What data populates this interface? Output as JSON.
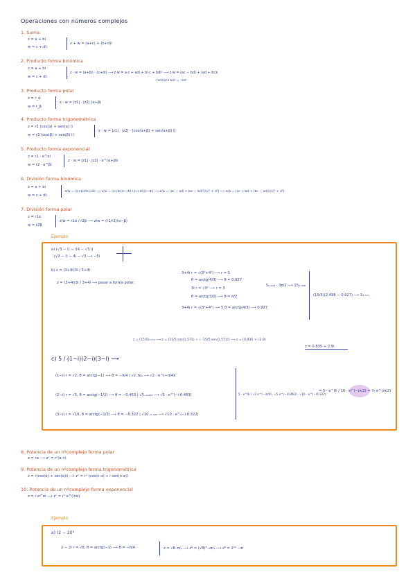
{
  "title": "Operaciones con números complejos",
  "sections": {
    "s1": {
      "heading": "1. Suma:",
      "l1": "z = a + bi",
      "l2": "w = c + di",
      "r": "z + w = (a+c) + (b+d)i"
    },
    "s2": {
      "heading": "2. Producto forma binómica",
      "l1": "z = a + bi",
      "l2": "w = c + di",
      "r": "z · w = (a+bi) · (c+di) ⟶ z·w = a·c + adi + bi·c + bdi² ⟶ z·w = (ac − bd) + (ad + bc)i",
      "r2": "(ad+bc)i      bdi² = −bd"
    },
    "s3": {
      "heading": "3. Producto forma polar",
      "l1": "z = r_α",
      "l2": "w = r_β",
      "r": "z · w = |z1| · |z2|  (α+β)"
    },
    "s4": {
      "heading": "4. Producto forma trigonométrica",
      "l1": "z = r1 (cos(α) + sen(α) i)",
      "l2": "w = r2 (cos(β) + sen(β) i)",
      "r": "z · w = |z1| · |z2| · [cos(α+β) + sen(α+β) i]"
    },
    "s5": {
      "heading": "5. Producto forma exponencial",
      "l1": "z = r1 · e^αi",
      "l2": "w = r2 · e^βi",
      "r": "z · w = |z1| · |z2| · e^(α+β)i"
    },
    "s6": {
      "heading": "6. División forma binómica",
      "l1": "z = a + bi",
      "l2": "w = c + di",
      "r": "z/w = (a+bi)/(c+di) ⟶ z/w = (a+bi)(c−di) / (c+di)(c−di) ⟶ z/w = (ac − adi + bci − bdi²)/(c² + d²) ⟶ z/w = (ac + bd + (bc − ad)i)/(c² + d²)"
    },
    "s7": {
      "heading": "7. División forma polar",
      "l1": "z = r1α",
      "l2": "w = r2β",
      "r": "z/w = r1α / r2β ⟶ z/w = (r1/r2)(α−β)"
    },
    "s8": {
      "heading": "8. Potencia de un nºcomplejo forma polar",
      "l1": "z = rα ⟶ zⁿ = rⁿ(α·n)"
    },
    "s9": {
      "heading": "9. Potencia de un nºcomplejo forma trigonométrica",
      "l1": "z = r(cos(α) + sen(α)i) ⟶ zⁿ = rⁿ (cos(n·α) + i sen(n·α))"
    },
    "s10": {
      "heading": "10. Potencia de un nºcomplejo forma exponencial",
      "l1": "z = r·e^αi ⟶ zⁿ = rⁿ·e^(inα)"
    }
  },
  "example1": {
    "label": "Ejemplo",
    "a": "a) (√3 − i) − i(4 − √3 i)",
    "a2": "(√3 − i) − 4i − √3 ⟶ −5i",
    "b": "b) z = (3+4i)3i / 3+4i",
    "b2": "z = (3+4i)3i / 3+4i ⟶ pasar a forma polar:",
    "b3": "3+4i  r = √(3²+4²) ⟶ r = 5",
    "b4": "θ = arctg(4/3) ⟶ θ = 0.927",
    "b5": "3i  r = √3² ⟶ r = 3",
    "b6": "θ = arctg(3/0) ⟶ θ = π/2",
    "b7": "3+4i  r = √(3²+4²) ⟶ 5  θ = arctg(4/3) ⟶ 0.927",
    "b8": "5₀.₉₂₇ · 3π/2 ⟶ 15₂.₄₉₈",
    "b9": "(15/5)(2.498 − 0.927)  ⟶  3₁.₅₇₁",
    "b10": "z = (15/5)₁.₅₇₁ ⟶ z = (15/5 cos(1.571) + i · 15/5 sen(1.571)) ⟶ z = (0.835 + i 2.9)",
    "b11": "z = 0.835 + 2.9i",
    "c": "c) 5 / (1−i)(2−i)(3−i) ⟶",
    "c1": "(1−i)  r = √2,  θ = arctg(−1) ⟶ θ = −π/4  |  √2₋π/₄ ⟶ √2 · e^(−π/4)i",
    "c2": "(2−i)  r = √5,  θ = arctg(−1/2) ⟶ θ = −0.463  |  √5₋₀.₄₆₃ ⟶ √5 · e^(−i·0.463)",
    "c3": "(3−i)  r = √10,  θ = arctg(−1/3) ⟶ θ = −0.322  |  √10₋₀.₃₂₂ ⟶ √10 · e^(−i·0.322)",
    "c4": "5 · e^0i / √2 e^(−iπ/4) · √5 e^(−i0.463) · √10 · e^(−i0.322)",
    "c5": "= 5 · e^0i / 10 · e^(−iπ/2) = ½ e^(iπ/2)"
  },
  "example2": {
    "label": "Ejemplo",
    "a": "a) (2 − 2i)⁸",
    "a1": "2 − 2i  r = √8,  θ = arctg(−1) ⟶ θ = −π/4",
    "a2": "z = √8₋π/₄ ⟶ z⁸ = (√8)⁸₋₈π/₄ ⟶ z⁸ = 2¹² ₋₂π"
  },
  "colors": {
    "heading": "#d94f1e",
    "body": "#2a3a9a",
    "box": "#f08a1e",
    "title": "#1f2a6b",
    "highlight": "#e6c9ef"
  }
}
